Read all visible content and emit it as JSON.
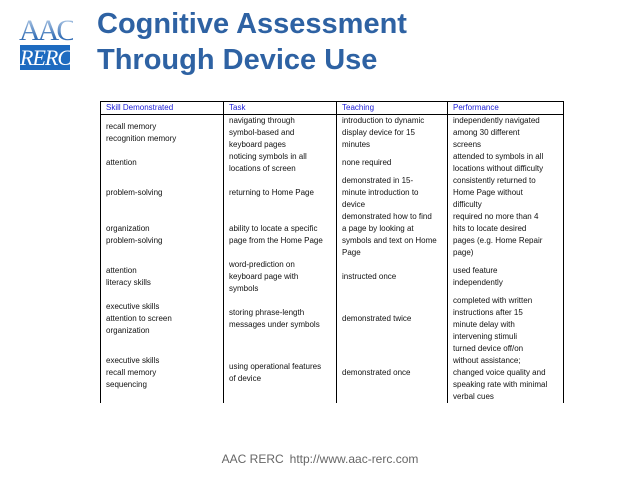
{
  "logo": {
    "top_text": "AAC",
    "bottom_text": "RERC",
    "colors": {
      "primary": "#1e6bc0",
      "light": "#c9dbef"
    }
  },
  "title": {
    "line1": "Cognitive Assessment",
    "line2": "Through Device Use",
    "color": "#2e62a3"
  },
  "table": {
    "headers": [
      "Skill Demonstrated",
      "Task",
      "Teaching",
      "Performance"
    ],
    "header_color": "#1a1ad6",
    "rows": [
      {
        "skill": [
          "recall memory",
          "recognition memory"
        ],
        "task": [
          "navigating through",
          "symbol-based and",
          "keyboard pages"
        ],
        "teaching": [
          "introduction to dynamic",
          "display device for 15",
          "minutes"
        ],
        "performance": [
          "independently navigated",
          "among 30 different",
          "screens"
        ]
      },
      {
        "skill": [
          "attention"
        ],
        "task": [
          "noticing symbols in all",
          "locations of screen"
        ],
        "teaching": [
          "none required"
        ],
        "performance": [
          "attended to symbols in all",
          "locations without difficulty"
        ]
      },
      {
        "skill": [
          "problem-solving"
        ],
        "task": [
          "returning to Home Page"
        ],
        "teaching": [
          "demonstrated in 15-",
          "minute introduction to",
          "device"
        ],
        "performance": [
          "consistently returned to",
          "Home Page without",
          "difficulty"
        ]
      },
      {
        "skill": [
          "organization",
          "problem-solving"
        ],
        "task": [
          "ability to locate a specific",
          "page from the Home Page"
        ],
        "teaching": [
          "demonstrated how to find",
          "a page by looking at",
          "symbols and text on Home",
          "Page"
        ],
        "performance": [
          "required no more than 4",
          "hits to locate desired",
          "pages (e.g. Home Repair",
          "page)"
        ]
      },
      {
        "skill": [
          "attention",
          "literacy skills"
        ],
        "task": [
          "word-prediction on",
          "keyboard page with",
          "symbols"
        ],
        "teaching": [
          "instructed once"
        ],
        "performance": [
          "used feature",
          "independently"
        ]
      },
      {
        "skill": [
          "executive skills",
          "attention to screen",
          "organization"
        ],
        "task": [
          "storing phrase-length",
          "messages under symbols"
        ],
        "teaching": [
          "demonstrated twice"
        ],
        "performance": [
          "completed with written",
          "instructions after 15",
          "minute delay with",
          "intervening stimuli"
        ]
      },
      {
        "skill": [
          "executive skills",
          "recall memory",
          "sequencing"
        ],
        "task": [
          "using operational features",
          "of device"
        ],
        "teaching": [
          "demonstrated once"
        ],
        "performance": [
          "turned device off/on",
          "without assistance;",
          "changed voice quality and",
          "speaking rate with minimal",
          "verbal cues"
        ]
      }
    ]
  },
  "footer": {
    "org": "AAC RERC",
    "url": "http://www.aac-rerc.com"
  }
}
